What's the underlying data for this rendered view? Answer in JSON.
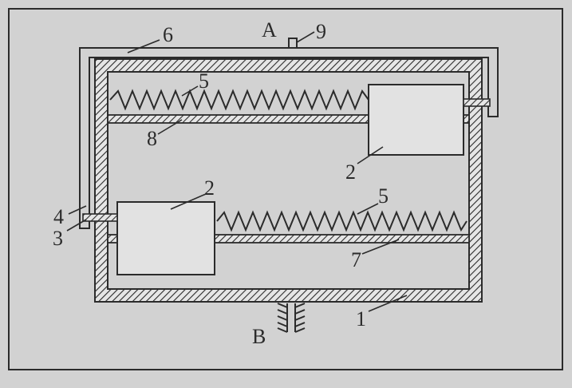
{
  "labels": {
    "housing": "1",
    "block": "2",
    "pin": "3",
    "pin_mount": "4",
    "spring": "5",
    "frame": "6",
    "lower_rod": "7",
    "upper_rod": "8",
    "tab": "9",
    "point_a": "A",
    "point_b": "B"
  },
  "colors": {
    "background": "#d2d2d2",
    "stroke": "#2b2b2b",
    "block_fill": "#e2e2e2"
  }
}
